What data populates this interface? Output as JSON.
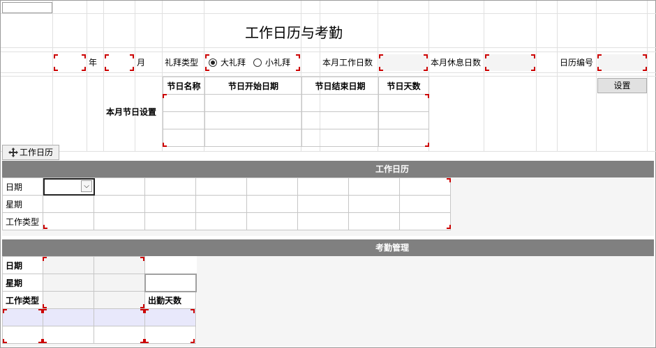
{
  "title": "工作日历与考勤",
  "form": {
    "year_label": "年",
    "month_label": "月",
    "worship_label": "礼拜类型",
    "worship_options": [
      "大礼拜",
      "小礼拜"
    ],
    "worship_selected": "大礼拜",
    "workdays_label": "本月工作日数",
    "restdays_label": "本月休息日数",
    "calendar_no_label": "日历编号",
    "settings_button": "设置"
  },
  "holiday": {
    "section_label": "本月节日设置",
    "headers": [
      "节日名称",
      "节日开始日期",
      "节日结束日期",
      "节日天数"
    ],
    "rows": [
      [
        "",
        "",
        "",
        ""
      ],
      [
        "",
        "",
        "",
        ""
      ],
      [
        "",
        "",
        "",
        ""
      ]
    ]
  },
  "tab": {
    "label": "工作日历",
    "icon": "move-icon"
  },
  "calendar": {
    "band_title": "工作日历",
    "row_labels": [
      "日期",
      "星期",
      "工作类型"
    ],
    "columns": 8
  },
  "attendance": {
    "band_title": "考勤管理",
    "row_labels": [
      "日期",
      "星期",
      "工作类型"
    ],
    "days_label": "出勤天数"
  },
  "colors": {
    "band": "#808080",
    "corner_marker": "#cc0000",
    "highlight_row": "#e8e8fb"
  }
}
